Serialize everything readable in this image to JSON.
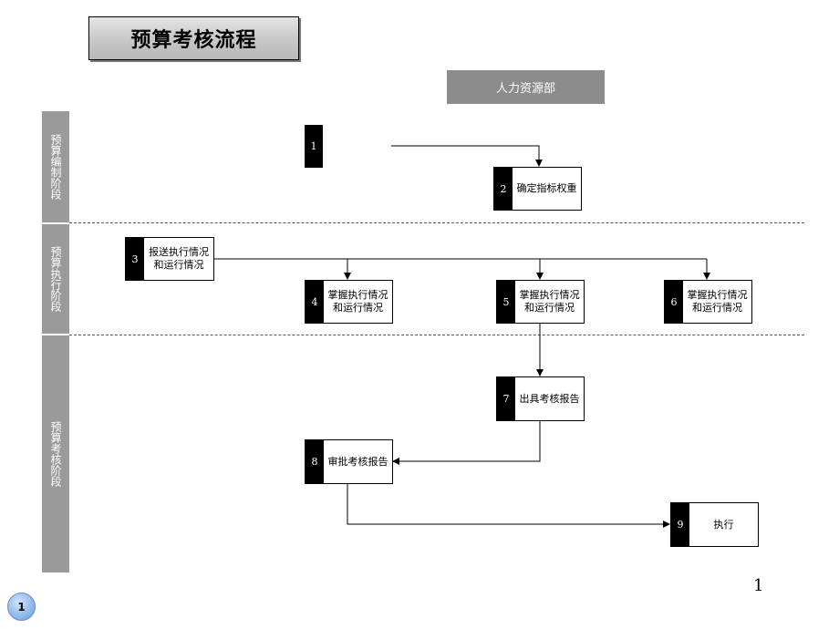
{
  "title": "预算考核流程",
  "department": "人力资源部",
  "phases": [
    {
      "label": "预算编制阶段"
    },
    {
      "label": "预算执行阶段"
    },
    {
      "label": "预算考核阶段"
    }
  ],
  "nodes": [
    {
      "num": "1",
      "label": ""
    },
    {
      "num": "2",
      "label": "确定指标权重"
    },
    {
      "num": "3",
      "label": "报送执行情况和运行情况",
      "line1": "报送执行情况",
      "line2": "和运行情况"
    },
    {
      "num": "4",
      "label": "掌握执行情况和运行情况",
      "line1": "掌握执行情况",
      "line2": "和运行情况"
    },
    {
      "num": "5",
      "label": "掌握执行情况和运行情况",
      "line1": "掌握执行情况",
      "line2": "和运行情况"
    },
    {
      "num": "6",
      "label": "掌握执行情况和运行情况",
      "line1": "掌握执行情况",
      "line2": "和运行情况"
    },
    {
      "num": "7",
      "label": "出具考核报告"
    },
    {
      "num": "8",
      "label": "审批考核报告"
    },
    {
      "num": "9",
      "label": "执行"
    }
  ],
  "page_number": "1",
  "badge": "1"
}
